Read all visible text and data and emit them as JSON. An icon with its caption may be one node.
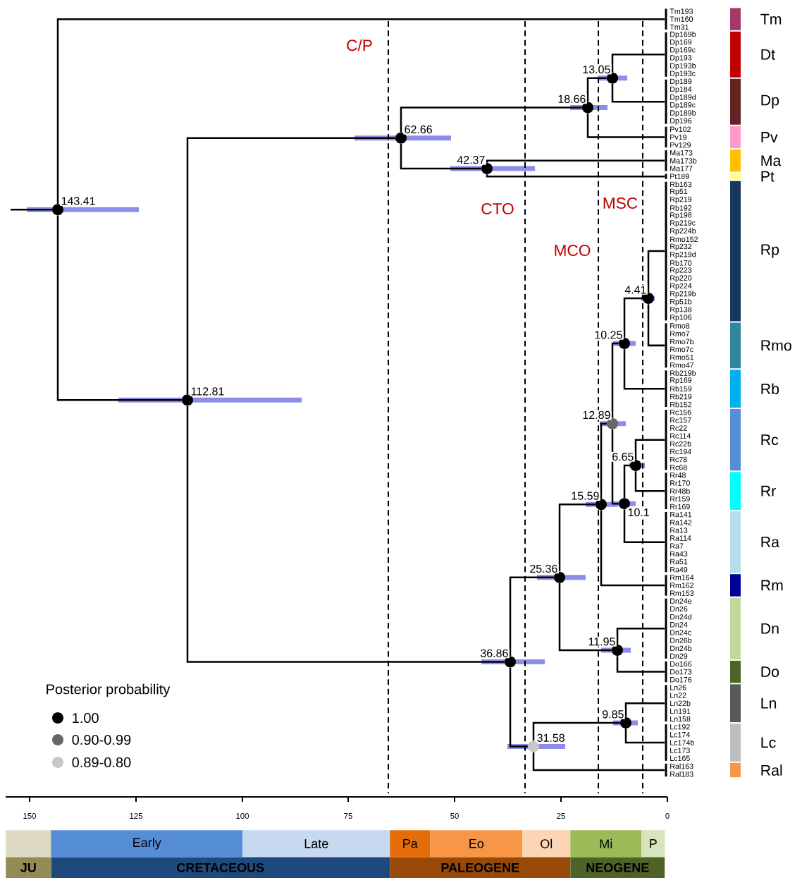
{
  "diagram": {
    "nodes": [
      {
        "text": [],
        "shape": "circle",
        "beside": [
          "143.41"
        ]
      },
      {
        "text": [],
        "shape": "bar",
        "beside": [
          "Tm193",
          "Tm160",
          "Tm31"
        ]
      },
      {
        "text": [],
        "shape": "circle",
        "beside": [
          "112.81"
        ]
      },
      {
        "text": [],
        "shape": "circle",
        "beside": [
          "62.66"
        ]
      },
      {
        "text": [],
        "shape": "circle",
        "beside": [
          "18.66"
        ]
      },
      {
        "text": [],
        "shape": "circle",
        "beside": [
          "13.05"
        ]
      },
      {
        "text": [],
        "shape": "bar",
        "beside": [
          "Dp169b",
          "Dp169",
          "Dp169c",
          "Dp193",
          "Dp193b",
          "Dp193c"
        ]
      },
      {
        "text": [],
        "shape": "bar",
        "beside": [
          "Dp189",
          "Dp184",
          "Dp189d",
          "Dp189c",
          "Dp189b",
          "Dp196"
        ]
      },
      {
        "text": [],
        "shape": "bar",
        "beside": [
          "Pv102",
          "Pv19",
          "Pv129"
        ]
      },
      {
        "text": [],
        "shape": "circle",
        "beside": [
          "42.37"
        ]
      },
      {
        "text": [],
        "shape": "bar",
        "beside": [
          "Ma173",
          "Ma173b",
          "Ma177"
        ]
      },
      {
        "text": [],
        "shape": "bar",
        "beside": [
          "Pt189"
        ]
      },
      {
        "text": [],
        "shape": "circle",
        "beside": [
          "36.86"
        ]
      },
      {
        "text": [],
        "shape": "circle",
        "beside": [
          "25.36"
        ]
      },
      {
        "text": [],
        "shape": "circle",
        "beside": [
          "15.59"
        ]
      },
      {
        "text": [],
        "shape": "circle",
        "beside": [
          "12.89"
        ]
      },
      {
        "text": [],
        "shape": "circle",
        "beside": [
          "10.25"
        ]
      },
      {
        "text": [],
        "shape": "circle",
        "beside": [
          "4.41"
        ]
      },
      {
        "text": [],
        "shape": "bar",
        "beside": [
          "Rb163",
          "Rp51",
          "Rp219",
          "Rb192",
          "Rp198",
          "Rp219c",
          "Rp224b",
          "Rmo152",
          "Rp232",
          "Rp219d",
          "Rb170",
          "Rp223",
          "Rp220",
          "Rp224",
          "Rp219b",
          "Rp51b",
          "Rp138",
          "Rp106"
        ]
      },
      {
        "text": [],
        "shape": "bar",
        "beside": [
          "Rmo8",
          "Rmo7",
          "Rmo7b",
          "Rmo7c",
          "Rmo51",
          "Rmo47"
        ]
      },
      {
        "text": [],
        "shape": "bar",
        "beside": [
          "Rb219b",
          "Rp169",
          "Rb159",
          "Rb219",
          "Rb152"
        ]
      },
      {
        "text": [],
        "shape": "circle",
        "beside": [
          "10.1"
        ]
      },
      {
        "text": [],
        "shape": "circle",
        "beside": [
          "6.65"
        ]
      },
      {
        "text": [],
        "shape": "bar",
        "beside": [
          "Rc156",
          "Rc157",
          "Rc22",
          "Rc114",
          "Rc22b",
          "Rc194",
          "Rc78",
          "Rc68"
        ]
      },
      {
        "text": [],
        "shape": "bar",
        "beside": [
          "Rr48",
          "Rr170",
          "Rr48b",
          "Rr159",
          "Rr169"
        ]
      },
      {
        "text": [],
        "shape": "bar",
        "beside": [
          "Ra141",
          "Ra142",
          "Ra13",
          "Ra114",
          "Ra7",
          "Ra43",
          "Ra51",
          "Ra49"
        ]
      },
      {
        "text": [],
        "shape": "bar",
        "beside": [
          "Rm164",
          "Rm162",
          "Rm153"
        ]
      },
      {
        "text": [],
        "shape": "circle",
        "beside": [
          "11.95"
        ]
      },
      {
        "text": [],
        "shape": "bar",
        "beside": [
          "Dn24e",
          "Dn26",
          "Dn24d",
          "Dn24",
          "Dn24c",
          "Dn26b",
          "Dn24b",
          "Dn29"
        ]
      },
      {
        "text": [],
        "shape": "bar",
        "beside": [
          "Do166",
          "Do173",
          "Do176"
        ]
      },
      {
        "text": [],
        "shape": "circle",
        "beside": [
          "31.58"
        ]
      },
      {
        "text": [],
        "shape": "circle",
        "beside": [
          "9.85"
        ]
      },
      {
        "text": [],
        "shape": "bar",
        "beside": [
          "Ln26",
          "Ln22",
          "Ln22b",
          "Ln191",
          "Ln158"
        ]
      },
      {
        "text": [],
        "shape": "bar",
        "beside": [
          "Lc192",
          "Lc174",
          "Lc174b",
          "Lc173",
          "Lc165"
        ]
      },
      {
        "text": [],
        "shape": "bar",
        "beside": [
          "Ral163",
          "Ral183"
        ]
      },
      {
        "text": [],
        "shape": "box"
      },
      {
        "text": [
          "Early"
        ]
      },
      {
        "text": [
          "Late"
        ]
      },
      {
        "text": [
          "Pa"
        ]
      },
      {
        "text": [
          "Eo"
        ]
      },
      {
        "text": [
          "Ol"
        ]
      },
      {
        "text": [
          "Mi"
        ]
      },
      {
        "text": [
          "P"
        ]
      },
      {
        "text": [
          "JU"
        ]
      },
      {
        "text": [
          "CRETACEOUS"
        ]
      },
      {
        "text": [
          "PALEOGENE"
        ]
      },
      {
        "text": [
          "NEOGENE"
        ]
      }
    ],
    "edges": [
      {
        "from": null,
        "to": 0,
        "arrow": "none"
      },
      {
        "from": 0,
        "to": 1,
        "arrow": "none"
      },
      {
        "from": 0,
        "to": 2,
        "arrow": "none"
      },
      {
        "from": 2,
        "to": 3,
        "arrow": "none"
      },
      {
        "from": 2,
        "to": 12,
        "arrow": "none"
      },
      {
        "from": 3,
        "to": 4,
        "arrow": "none"
      },
      {
        "from": 3,
        "to": 9,
        "arrow": "none"
      },
      {
        "from": 4,
        "to": 5,
        "arrow": "none"
      },
      {
        "from": 4,
        "to": 8,
        "arrow": "none"
      },
      {
        "from": 5,
        "to": 6,
        "arrow": "none"
      },
      {
        "from": 5,
        "to": 7,
        "arrow": "none"
      },
      {
        "from": 9,
        "to": 10,
        "arrow": "none"
      },
      {
        "from": 9,
        "to": 11,
        "arrow": "none"
      },
      {
        "from": 12,
        "to": 13,
        "arrow": "none"
      },
      {
        "from": 12,
        "to": 30,
        "arrow": "none"
      },
      {
        "from": 13,
        "to": 14,
        "arrow": "none"
      },
      {
        "from": 13,
        "to": 27,
        "arrow": "none"
      },
      {
        "from": 14,
        "to": 15,
        "arrow": "none"
      },
      {
        "from": 14,
        "to": 26,
        "arrow": "none"
      },
      {
        "from": 15,
        "to": 16,
        "arrow": "none"
      },
      {
        "from": 15,
        "to": 21,
        "arrow": "none"
      },
      {
        "from": 16,
        "to": 17,
        "arrow": "none"
      },
      {
        "from": 16,
        "to": 20,
        "arrow": "none"
      },
      {
        "from": 17,
        "to": 18,
        "arrow": "none"
      },
      {
        "from": 17,
        "to": 19,
        "arrow": "none"
      },
      {
        "from": 21,
        "to": 22,
        "arrow": "none"
      },
      {
        "from": 21,
        "to": 25,
        "arrow": "none"
      },
      {
        "from": 22,
        "to": 23,
        "arrow": "none"
      },
      {
        "from": 22,
        "to": 24,
        "arrow": "none"
      },
      {
        "from": 27,
        "to": 28,
        "arrow": "none"
      },
      {
        "from": 27,
        "to": 29,
        "arrow": "none"
      },
      {
        "from": 30,
        "to": 31,
        "arrow": "none"
      },
      {
        "from": 30,
        "to": 34,
        "arrow": "none"
      },
      {
        "from": 31,
        "to": 32,
        "arrow": "none"
      },
      {
        "from": 31,
        "to": 33,
        "arrow": "none"
      }
    ],
    "labels": [
      "C/P",
      "MSC",
      "CTO",
      "MCO",
      "Posterior probability",
      "150",
      "125",
      "100",
      "75",
      "50",
      "25",
      "0"
    ],
    "legend": [
      {
        "text": "1.00",
        "color": "#000000"
      },
      {
        "text": "0.90-0.99",
        "color": "#666666"
      },
      {
        "text": "0.89-0.80",
        "color": "#c8c8c8"
      },
      {
        "text": "Tm",
        "color": "#a3386a"
      },
      {
        "text": "Dt",
        "color": "#c00000"
      },
      {
        "text": "Dp",
        "color": "#632523"
      },
      {
        "text": "Pv",
        "color": "#ff99cc"
      },
      {
        "text": "Ma",
        "color": "#ffc000"
      },
      {
        "text": "Pt",
        "color": "#ffff80"
      },
      {
        "text": "Rp",
        "color": "#17375e"
      },
      {
        "text": "Rmo",
        "color": "#31859c"
      },
      {
        "text": "Rb",
        "color": "#00b0f0"
      },
      {
        "text": "Rc",
        "color": "#558ed5"
      },
      {
        "text": "Rr",
        "color": "#00ffff"
      },
      {
        "text": "Ra",
        "color": "#b7dee8"
      },
      {
        "text": "Rm",
        "color": "#000099"
      },
      {
        "text": "Dn",
        "color": "#c3d69b"
      },
      {
        "text": "Do",
        "color": "#4f6228"
      },
      {
        "text": "Ln",
        "color": "#595959"
      },
      {
        "text": "Lc",
        "color": "#bfbfbf"
      },
      {
        "text": "Ral",
        "color": "#f79646"
      }
    ]
  }
}
